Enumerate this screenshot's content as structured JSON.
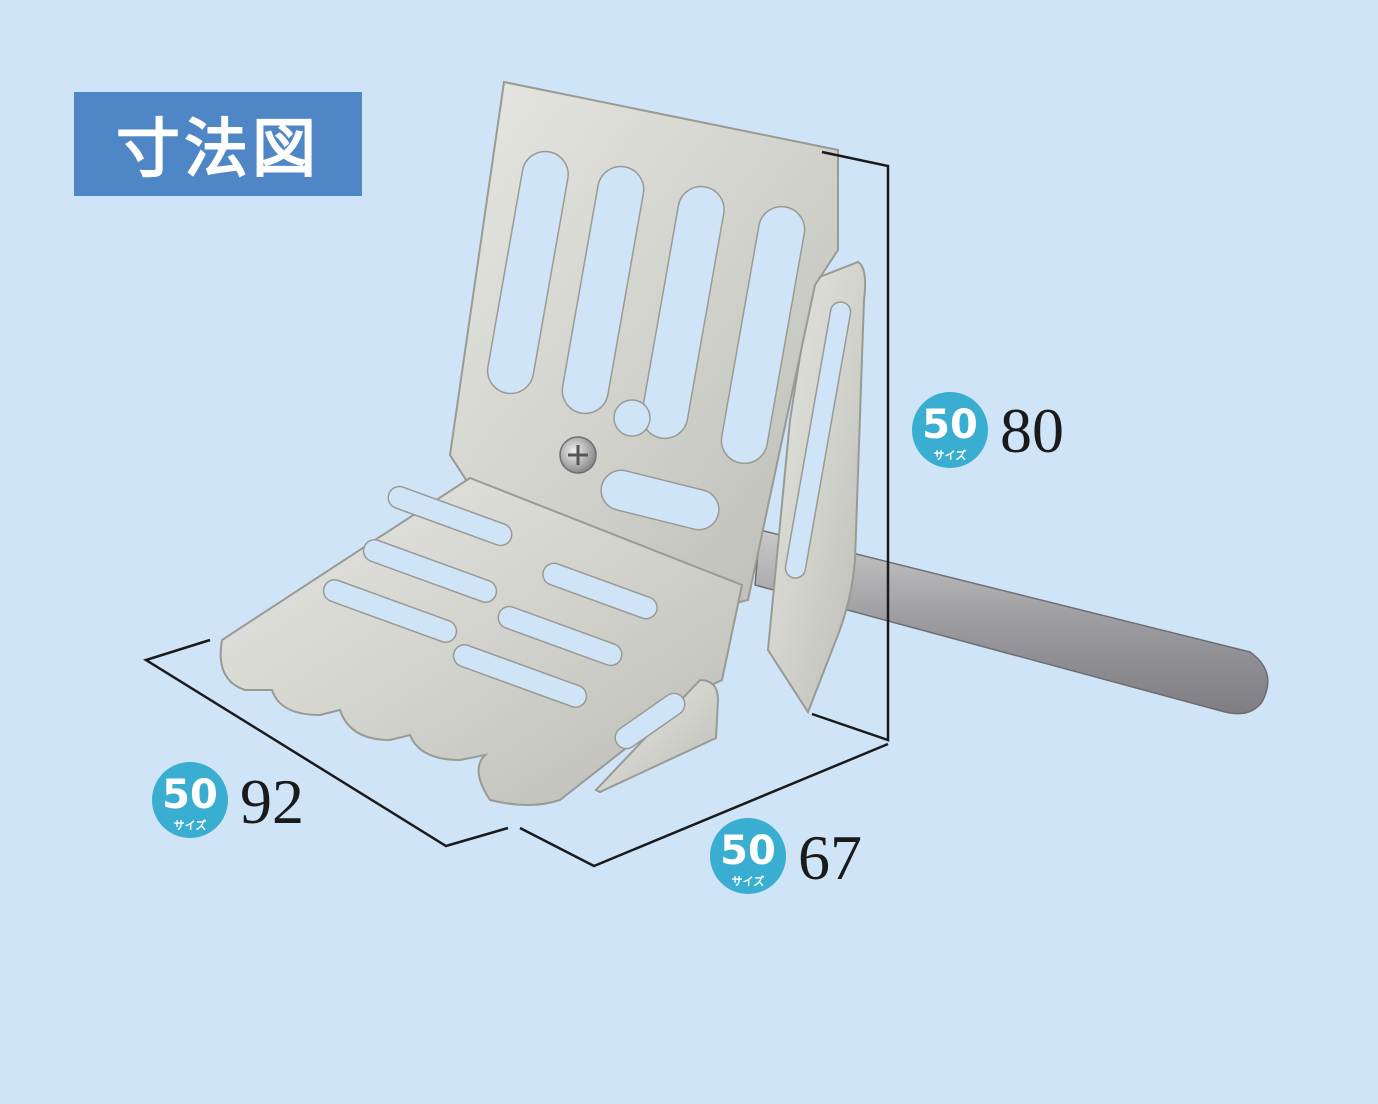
{
  "title": "寸法図",
  "colors": {
    "background": "#d0e4f7",
    "title_box": "#4f86c6",
    "badge": "#3aaed0",
    "dimension_line": "#1a1a1a",
    "metal": "#d6d6d2"
  },
  "dimensions": [
    {
      "id": "height",
      "badge_number": "50",
      "badge_label": "サイズ",
      "value": "80"
    },
    {
      "id": "width",
      "badge_number": "50",
      "badge_label": "サイズ",
      "value": "92"
    },
    {
      "id": "depth",
      "badge_number": "50",
      "badge_label": "サイズ",
      "value": "67"
    }
  ]
}
